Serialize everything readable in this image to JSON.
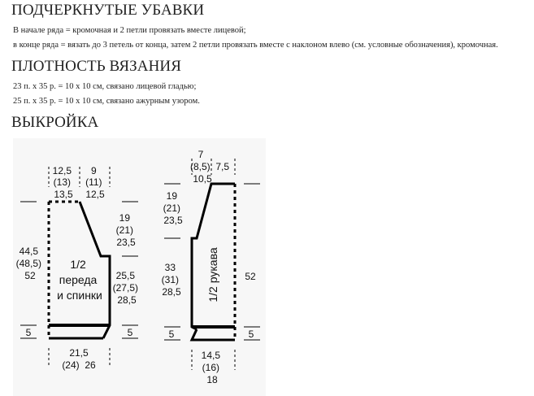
{
  "sections": {
    "decreases": {
      "title": "ПОДЧЕРКНУТЫЕ УБАВКИ",
      "line1": "В начале ряда = кромочная и 2 петли провязать вместе лицевой;",
      "line2": "в конце ряда = вязать до 3 петель от конца, затем 2 петли провязать вместе с наклоном влево (см. условные обозначения), кромочная."
    },
    "gauge": {
      "title": "ПЛОТНОСТЬ ВЯЗАНИЯ",
      "line1": "23 п. х 35 р. = 10 х 10 см, связано лицевой гладью;",
      "line2": "25 п. х 35 р. = 10 х 10 см, связано ажурным узором."
    },
    "pattern": {
      "title": "ВЫКРОЙКА"
    }
  },
  "schematic": {
    "body": {
      "label": [
        "1/2",
        "переда",
        "и спинки"
      ],
      "neck_width": [
        "12,5",
        "(13)",
        "13,5"
      ],
      "shoulder_width": [
        "9",
        "(11)",
        "12,5"
      ],
      "armhole_height": [
        "19",
        "(21)",
        "23,5"
      ],
      "side_height": [
        "25,5",
        "(27,5)",
        "28,5"
      ],
      "total_height": [
        "44,5",
        "(48,5)",
        "52"
      ],
      "rib_left": "5",
      "rib_right": "5",
      "bottom_width_line1": "21,5",
      "bottom_width_line2": "(24)  26"
    },
    "sleeve": {
      "label": "1/2 рукава",
      "top_width_line1": "7",
      "top_width_line2": "(8,5)  7,5",
      "top_width_line3": "10,5",
      "cap_height": [
        "19",
        "(21)",
        "23,5"
      ],
      "lower_height": [
        "33",
        "(31)",
        "28,5"
      ],
      "total_height": "52",
      "rib_left": "5",
      "rib_right": "5",
      "bottom_width": [
        "14,5",
        "(16)",
        "18"
      ]
    }
  }
}
